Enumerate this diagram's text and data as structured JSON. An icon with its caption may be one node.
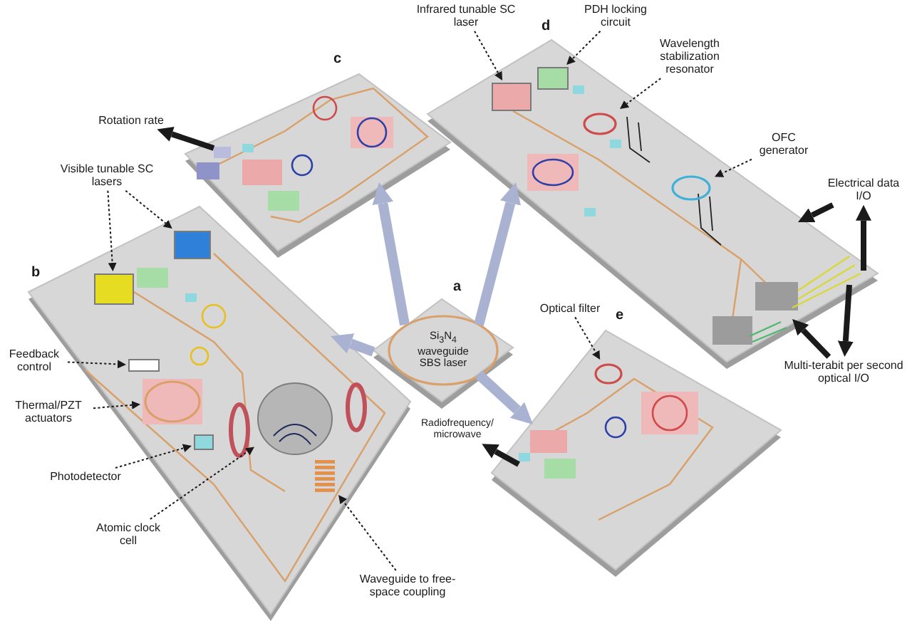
{
  "diagram": {
    "nodes": [
      {
        "text": [
          "Rotation rate"
        ]
      },
      {
        "text": [],
        "shape": "picture",
        "beside": [
          "c"
        ]
      },
      {
        "text": [
          "Infrared tunable SC laser"
        ]
      },
      {
        "text": [
          "PDH locking circuit"
        ]
      },
      {
        "text": [],
        "shape": "picture",
        "beside": [
          "d"
        ]
      },
      {
        "text": [],
        "shape": "box",
        "in": 4
      },
      {
        "text": [],
        "shape": "box",
        "in": 4
      },
      {
        "text": [],
        "shape": "circle",
        "in": 4
      },
      {
        "text": [],
        "shape": "circle",
        "in": 4
      },
      {
        "text": [
          "Wavelength stabilization resonator"
        ]
      },
      {
        "text": [
          "Visible tunable SC lasers"
        ]
      },
      {
        "text": [
          "OFC generator"
        ]
      },
      {
        "text": [
          "Electrical data I/O"
        ]
      },
      {
        "text": [
          "Si$_{3}$N$_{4}$ waveguide SBS laser"
        ],
        "beside": [
          "a"
        ]
      },
      {
        "text": [],
        "shape": "picture",
        "beside": [
          "b"
        ]
      },
      {
        "text": [],
        "shape": "box",
        "in": 14
      },
      {
        "text": [],
        "shape": "box",
        "in": 14
      },
      {
        "text": [],
        "shape": "box",
        "in": 14
      },
      {
        "text": [],
        "shape": "circle",
        "in": 14
      },
      {
        "text": [],
        "shape": "box",
        "in": 14
      },
      {
        "text": [],
        "shape": "circle",
        "in": 14
      },
      {
        "text": [],
        "shape": "picture",
        "in": 14
      },
      {
        "text": [
          "Feedback control"
        ]
      },
      {
        "text": [
          "Thermal/PZT actuators"
        ]
      },
      {
        "text": [
          "Radiofrequency/ microwave"
        ]
      },
      {
        "text": [
          "Optical filter"
        ]
      },
      {
        "text": [],
        "shape": "picture",
        "beside": [
          "e"
        ]
      },
      {
        "text": [],
        "shape": "circle",
        "in": 26
      },
      {
        "text": [
          "Multi-terabit per second optical I/O"
        ]
      },
      {
        "text": [
          "Photodetector"
        ]
      },
      {
        "text": [
          "Atomic clock cell"
        ]
      },
      {
        "text": [
          "Waveguide to free-space coupling"
        ]
      }
    ],
    "edges": [
      {
        "from": 13,
        "to": 1,
        "arrow": "to",
        "style": "thick",
        "color": "#a9b2d0"
      },
      {
        "from": 13,
        "to": 4,
        "arrow": "to",
        "style": "thick",
        "color": "#a9b2d0"
      },
      {
        "from": 13,
        "to": 14,
        "arrow": "to",
        "style": "thick",
        "color": "#a9b2d0"
      },
      {
        "from": 13,
        "to": 26,
        "arrow": "to",
        "style": "thick",
        "color": "#a9b2d0"
      },
      {
        "from": 1,
        "to": 0,
        "arrow": "to",
        "style": "thick"
      },
      {
        "from": 2,
        "to": 5,
        "arrow": "to",
        "style": "dashed"
      },
      {
        "from": 3,
        "to": 6,
        "arrow": "to",
        "style": "dashed"
      },
      {
        "from": 9,
        "to": 7,
        "arrow": "to",
        "style": "dashed"
      },
      {
        "from": 11,
        "to": 8,
        "arrow": "to",
        "style": "dashed"
      },
      {
        "from": 10,
        "to": 15,
        "arrow": "to",
        "style": "dashed"
      },
      {
        "from": 10,
        "to": 16,
        "arrow": "to",
        "style": "dashed"
      },
      {
        "from": 22,
        "to": 17,
        "arrow": "to",
        "style": "dashed"
      },
      {
        "from": 23,
        "to": 18,
        "arrow": "to",
        "style": "dashed"
      },
      {
        "from": 29,
        "to": 19,
        "arrow": "to",
        "style": "dashed"
      },
      {
        "from": 30,
        "to": 20,
        "arrow": "to",
        "style": "dashed"
      },
      {
        "from": 31,
        "to": 21,
        "arrow": "to",
        "style": "dashed"
      },
      {
        "from": 25,
        "to": 27,
        "arrow": "to",
        "style": "dashed"
      },
      {
        "from": 26,
        "to": 24,
        "arrow": "to",
        "style": "thick"
      },
      {
        "from": 12,
        "to": 4,
        "arrow": "to",
        "style": "thick"
      },
      {
        "from": 4,
        "to": 12,
        "arrow": "to",
        "style": "thick"
      },
      {
        "from": 28,
        "to": 4,
        "arrow": "to",
        "style": "thick"
      },
      {
        "from": 4,
        "to": 28,
        "arrow": "to",
        "style": "thick"
      }
    ]
  }
}
